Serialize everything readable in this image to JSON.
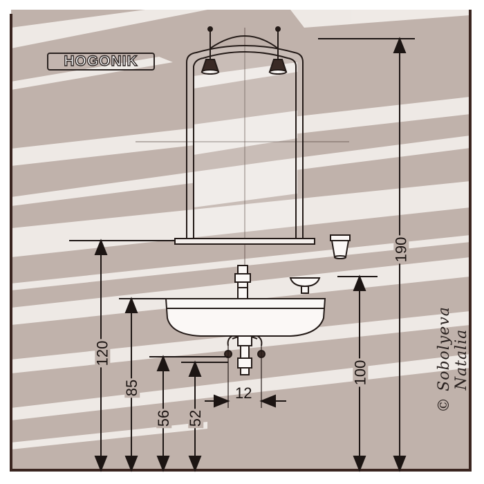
{
  "brand": {
    "text": "HOGONIK"
  },
  "signature": {
    "text": "© Sobolyeva Natalia"
  },
  "colors": {
    "wall": "#c0b2ab",
    "streak": "#f3eeeb",
    "line": "#231a17",
    "fixture_fill": "#fbf8f6"
  },
  "dimensions": {
    "mirror_top": "190",
    "mirror_bottom": "120",
    "basin_rim": "85",
    "siphon_upper": "56",
    "siphon_lower": "52",
    "soap_dish": "100",
    "pipe_spacing": "12"
  },
  "icons": [
    "wall-lamp-icon",
    "wall-lamp-icon",
    "toothbrush-cup-icon",
    "soap-dish-icon",
    "faucet-icon"
  ]
}
